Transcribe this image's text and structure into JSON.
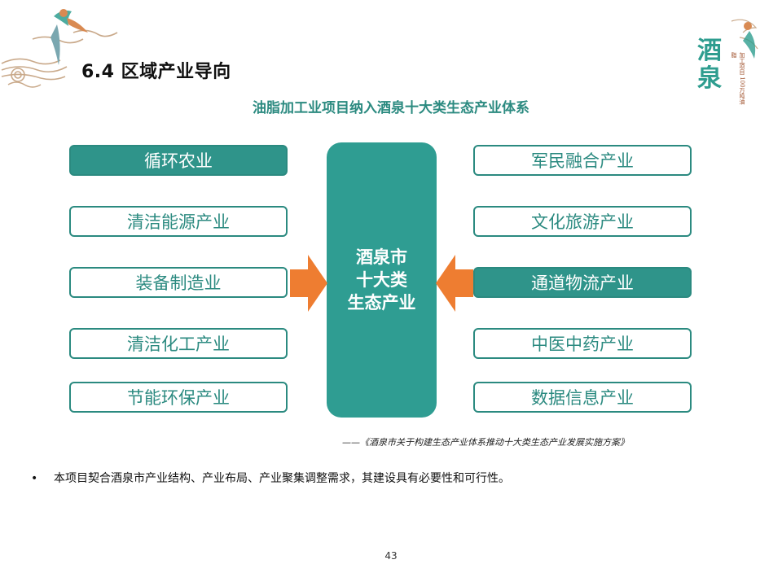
{
  "header": {
    "section_title": "6.4 区域产业导向"
  },
  "logo": {
    "brush_text": "酒泉",
    "vertical_text": "加工项目 100万吨油脂"
  },
  "diagram": {
    "subtitle": "油脂加工业项目纳入酒泉十大类生态产业体系",
    "center": {
      "lines": [
        "酒泉市",
        "十大类",
        "生态产业"
      ]
    },
    "left_items": [
      {
        "label": "循环农业",
        "highlighted": true
      },
      {
        "label": "清洁能源产业",
        "highlighted": false
      },
      {
        "label": "装备制造业",
        "highlighted": false
      },
      {
        "label": "清洁化工产业",
        "highlighted": false
      },
      {
        "label": "节能环保产业",
        "highlighted": false
      }
    ],
    "right_items": [
      {
        "label": "军民融合产业",
        "highlighted": false
      },
      {
        "label": "文化旅游产业",
        "highlighted": false
      },
      {
        "label": "通道物流产业",
        "highlighted": true
      },
      {
        "label": "中医中药产业",
        "highlighted": false
      },
      {
        "label": "数据信息产业",
        "highlighted": false
      }
    ],
    "source_note": "——《酒泉市关于构建生态产业体系推动十大类生态产业发展实施方案》"
  },
  "bullets": [
    "本项目契合酒泉市产业结构、产业布局、产业聚集调整需求，其建设具有必要性和可行性。"
  ],
  "bullet_marker": "•",
  "page_number": "43",
  "colors": {
    "teal": "#2f948a",
    "teal_dark": "#2b8a80",
    "arrow_orange": "#ee7d31"
  }
}
